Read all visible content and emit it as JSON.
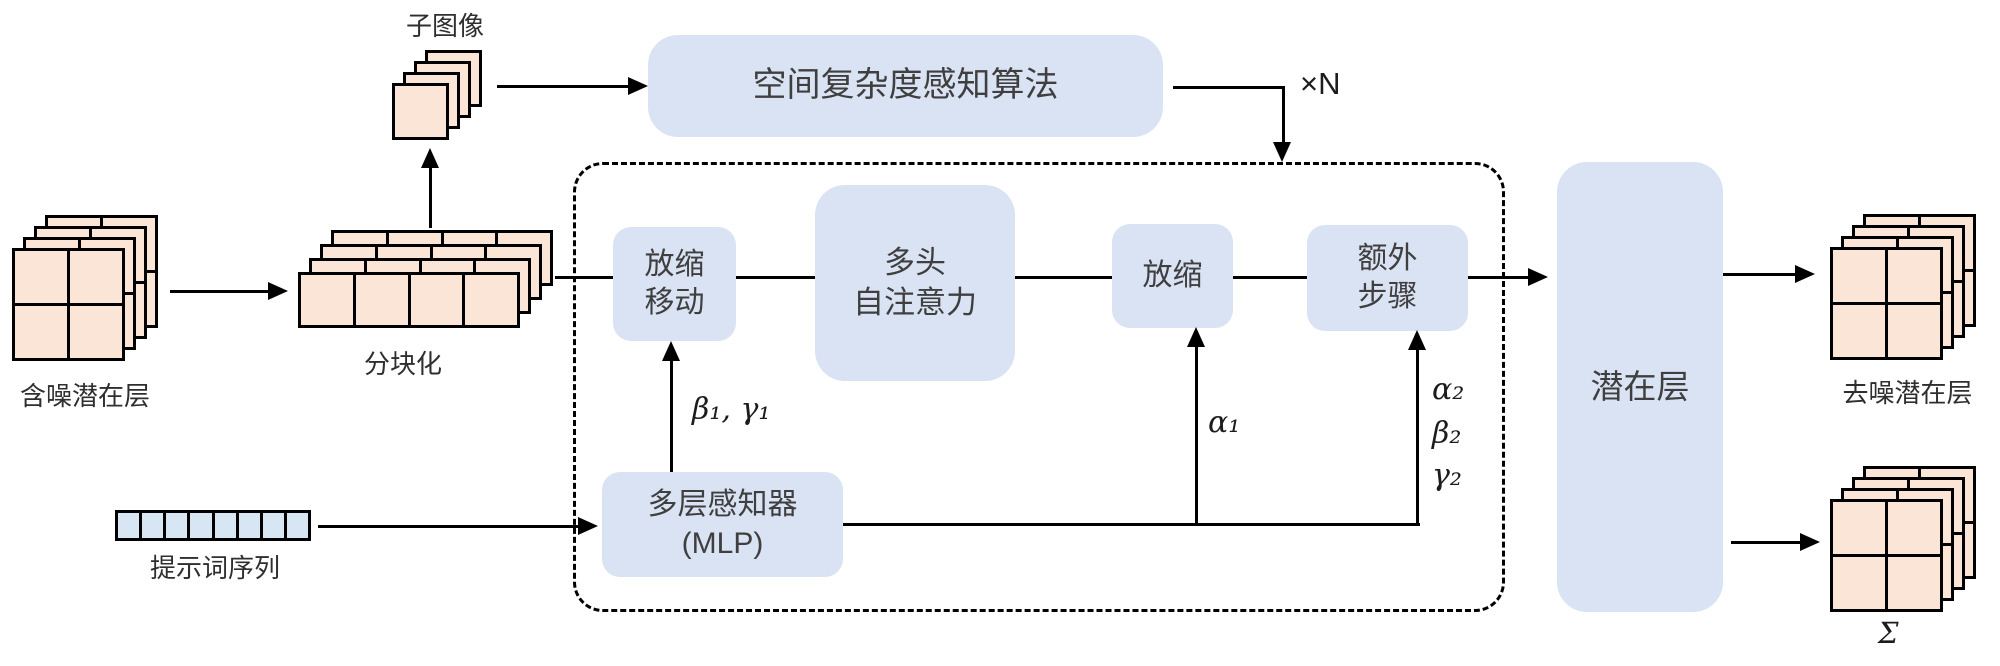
{
  "diagram": {
    "type": "architecture-flow",
    "nodes": {
      "sub_image_label": "子图像",
      "spatial_algorithm": "空间复杂度感知算法",
      "loop_count": "×N",
      "noisy_latent_label": "含噪潜在层",
      "patchify_label": "分块化",
      "scale_shift": {
        "line1": "放缩",
        "line2": "移动"
      },
      "mhsa": {
        "line1": "多头",
        "line2": "自注意力"
      },
      "scale": "放缩",
      "extra_steps": {
        "line1": "额外",
        "line2": "步骤"
      },
      "mlp": {
        "line1": "多层感知器",
        "line2": "(MLP)"
      },
      "latent_layer": "潜在层",
      "denoised_latent_label": "去噪潜在层",
      "sigma_label": "Σ",
      "prompt_sequence_label": "提示词序列"
    },
    "params": {
      "beta1_gamma1": "β₁, γ₁",
      "alpha1": "α₁",
      "alpha2": "α₂",
      "beta2": "β₂",
      "gamma2": "γ₂"
    },
    "counts": {
      "stack_depth": 4,
      "prompt_tokens": 8,
      "patch_columns": 4,
      "latent_grid": "2x2"
    },
    "colors": {
      "block_fill": "#dae3f3",
      "patch_fill": "#fbe5d6",
      "token_fill": "#d8e5f2",
      "line": "#000000",
      "text": "#3f3f3f"
    }
  }
}
